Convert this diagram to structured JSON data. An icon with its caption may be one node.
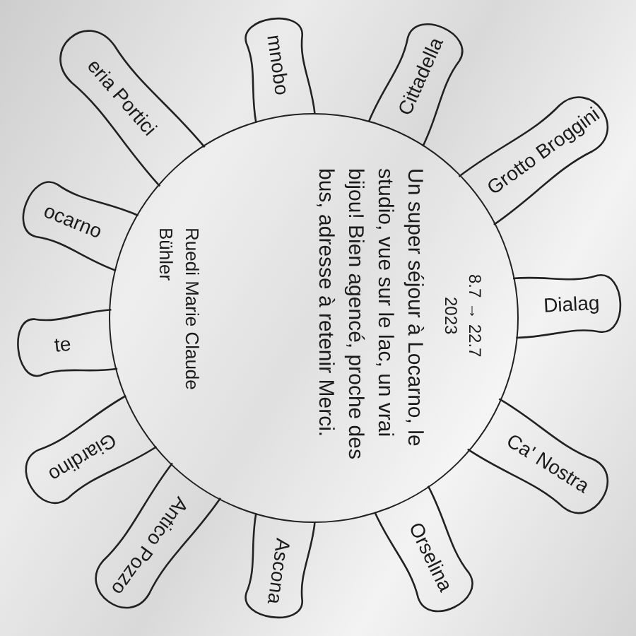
{
  "diagram": {
    "nodes": [
      {
        "text": [
          "8.7 → 22.7 2023",
          "Un super séjour à Locarno, le studio, vue sur le lac, un vrai bijou! Bien agencé, proche des bus, adresse à retenir Merci.",
          "Ruedi Marie Claude Bühler"
        ]
      },
      {
        "text": [
          "eria Portici"
        ]
      },
      {
        "text": [
          "mnobo"
        ]
      },
      {
        "text": [
          "Cittadella"
        ]
      },
      {
        "text": [
          "Grotto Broggini"
        ]
      },
      {
        "text": [
          "Dialag"
        ]
      },
      {
        "text": [
          "Ca' Nostra"
        ]
      },
      {
        "text": [
          "Orselina"
        ]
      },
      {
        "text": [
          "Ascona"
        ]
      },
      {
        "text": [
          "Antico Pozzo"
        ]
      },
      {
        "text": [
          "Giardino"
        ]
      },
      {
        "text": [
          "te"
        ]
      },
      {
        "text": [
          "ocarno"
        ]
      }
    ]
  }
}
